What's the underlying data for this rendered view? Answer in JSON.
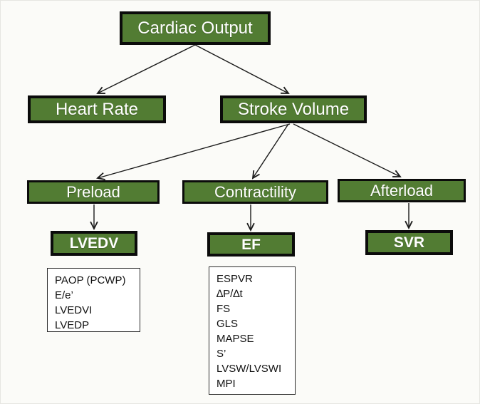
{
  "title": "Cardiac Output determinants flowchart",
  "colors": {
    "canvas_bg": "#fbfbf8",
    "box_fill": "#527c33",
    "box_border": "#0b0b0b",
    "box_text": "#ffffff",
    "note_border": "#2b2b2b",
    "note_text": "#111111",
    "arrow": "#1b1b1b"
  },
  "nodes": {
    "cardiac_output": {
      "label": "Cardiac Output"
    },
    "heart_rate": {
      "label": "Heart Rate"
    },
    "stroke_volume": {
      "label": "Stroke Volume"
    },
    "preload": {
      "label": "Preload"
    },
    "contractility": {
      "label": "Contractility"
    },
    "afterload": {
      "label": "Afterload"
    },
    "lvedv": {
      "label": "LVEDV"
    },
    "ef": {
      "label": "EF"
    },
    "svr": {
      "label": "SVR"
    }
  },
  "edges": [
    "cardiac_output->heart_rate",
    "cardiac_output->stroke_volume",
    "stroke_volume->preload",
    "stroke_volume->contractility",
    "stroke_volume->afterload",
    "preload->lvedv",
    "contractility->ef",
    "afterload->svr"
  ],
  "notes": {
    "preload_measures": {
      "items": [
        "PAOP (PCWP)",
        "E/e’",
        "LVEDVI",
        "LVEDP"
      ]
    },
    "contractility_measures": {
      "items": [
        "ESPVR",
        "∆P/∆t",
        "FS",
        "GLS",
        "MAPSE",
        "S’",
        "LVSW/LVSWI",
        "MPI"
      ]
    }
  }
}
